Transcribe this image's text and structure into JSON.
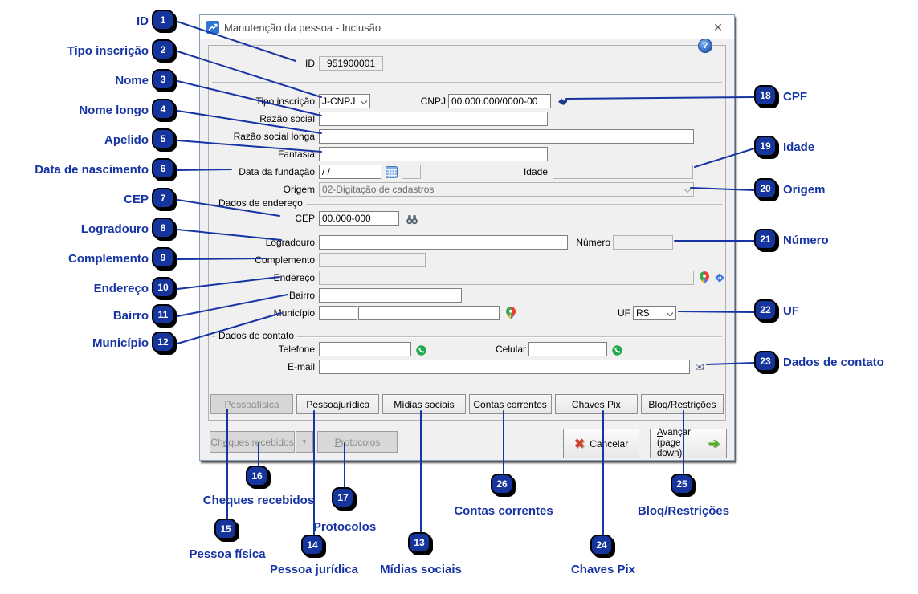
{
  "window": {
    "title": "Manutenção da pessoa - Inclusão",
    "close": "✕",
    "help": "?"
  },
  "form": {
    "id": {
      "label": "ID",
      "value": "951900001"
    },
    "tipo_inscricao": {
      "label": "Tipo inscrição",
      "value": "J-CNPJ"
    },
    "cnpj": {
      "label": "CNPJ",
      "value": "00.000.000/0000-00"
    },
    "razao_social": {
      "label": "Razão social",
      "value": ""
    },
    "razao_social_longa": {
      "label": "Razão social longa",
      "value": ""
    },
    "fantasia": {
      "label": "Fantasia",
      "value": ""
    },
    "data_fundacao": {
      "label": "Data da fundação",
      "value": "/  /"
    },
    "idade": {
      "label": "Idade",
      "value": ""
    },
    "origem": {
      "label": "Origem",
      "value": "02-Digitação de cadastros"
    },
    "secao_endereco": {
      "title": "Dados de endereço"
    },
    "cep": {
      "label": "CEP",
      "value": "00.000-000"
    },
    "logradouro": {
      "label": "Logradouro",
      "value": ""
    },
    "numero": {
      "label": "Número",
      "value": ""
    },
    "complemento": {
      "label": "Complemento",
      "value": ""
    },
    "endereco": {
      "label": "Endereço",
      "value": ""
    },
    "bairro": {
      "label": "Bairro",
      "value": ""
    },
    "municipio": {
      "label": "Município",
      "codigo": "",
      "nome": ""
    },
    "uf": {
      "label": "UF",
      "value": "RS"
    },
    "secao_contato": {
      "title": "Dados de contato"
    },
    "telefone": {
      "label": "Telefone",
      "value": ""
    },
    "celular": {
      "label": "Celular",
      "value": ""
    },
    "email": {
      "label": "E-mail",
      "value": ""
    }
  },
  "tabs": [
    {
      "label": "Pessoa física",
      "enabled": false
    },
    {
      "label": "Pessoa jurídica",
      "enabled": true
    },
    {
      "label": "Mídias sociais",
      "enabled": true
    },
    {
      "label": "Contas correntes",
      "enabled": true
    },
    {
      "label": "Chaves Pix",
      "enabled": true
    },
    {
      "label": "Bloq/Restrições",
      "enabled": true
    }
  ],
  "buttons": {
    "cheques_recebidos": "Cheques recebidos",
    "protocolos": "Protocolos",
    "cancelar": "Cancelar",
    "avancar": "Avançar",
    "avancar_sub": "(page down)"
  },
  "callouts": [
    {
      "num": "1",
      "label": "ID"
    },
    {
      "num": "2",
      "label": "Tipo inscrição"
    },
    {
      "num": "3",
      "label": "Nome"
    },
    {
      "num": "4",
      "label": "Nome longo"
    },
    {
      "num": "5",
      "label": "Apelido"
    },
    {
      "num": "6",
      "label": "Data de nascimento"
    },
    {
      "num": "7",
      "label": "CEP"
    },
    {
      "num": "8",
      "label": "Logradouro"
    },
    {
      "num": "9",
      "label": "Complemento"
    },
    {
      "num": "10",
      "label": "Endereço"
    },
    {
      "num": "11",
      "label": "Bairro"
    },
    {
      "num": "12",
      "label": "Município"
    },
    {
      "num": "13",
      "label": "Mídias sociais"
    },
    {
      "num": "14",
      "label": "Pessoa jurídica"
    },
    {
      "num": "15",
      "label": "Pessoa física"
    },
    {
      "num": "16",
      "label": "Cheques recebidos"
    },
    {
      "num": "17",
      "label": "Protocolos"
    },
    {
      "num": "18",
      "label": "CPF"
    },
    {
      "num": "19",
      "label": "Idade"
    },
    {
      "num": "20",
      "label": "Origem"
    },
    {
      "num": "21",
      "label": "Número"
    },
    {
      "num": "22",
      "label": "UF"
    },
    {
      "num": "23",
      "label": "Dados de contato"
    },
    {
      "num": "24",
      "label": "Chaves Pix"
    },
    {
      "num": "25",
      "label": "Bloq/Restrições"
    },
    {
      "num": "26",
      "label": "Contas correntes"
    }
  ],
  "colors": {
    "accent_blue": "#16359c",
    "badge_blue": "#16359c",
    "whatsapp_green": "#1fa84f",
    "cancel_red": "#d3402c",
    "advance_green": "#53ae27"
  }
}
